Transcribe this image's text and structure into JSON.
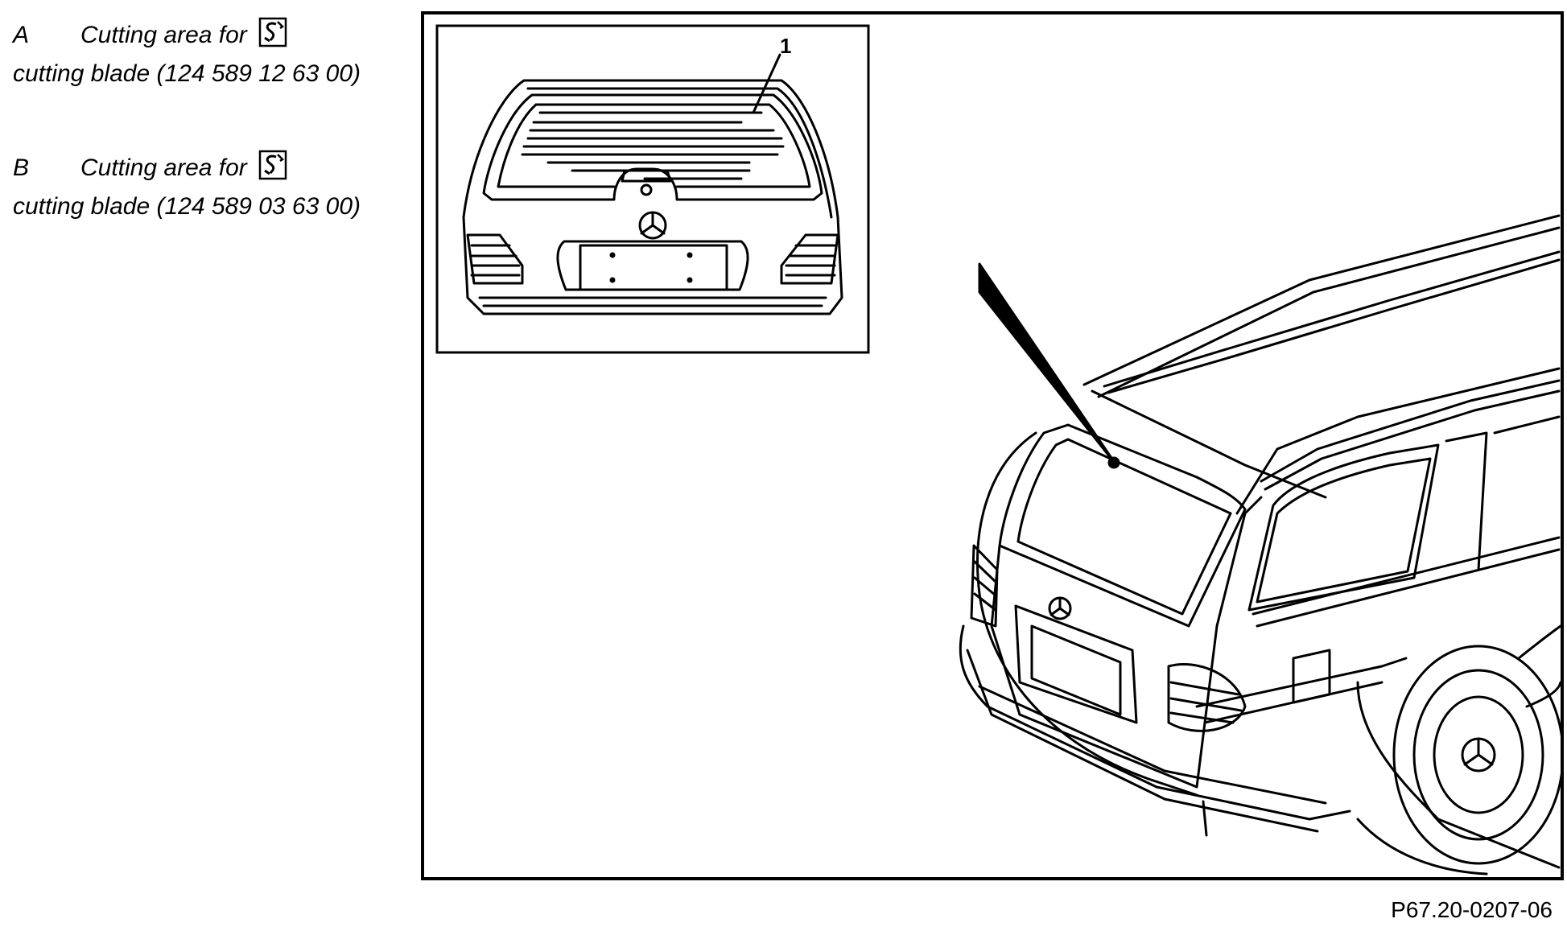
{
  "legend": [
    {
      "letter": "A",
      "text": "Cutting area for",
      "blade": "cutting blade (124 589 12 63 00)"
    },
    {
      "letter": "B",
      "text": "Cutting area for",
      "blade": "cutting blade (124 589 03 63 00)"
    }
  ],
  "callout": "1",
  "figure_code": "P67.20-0207-06",
  "icons": {
    "tool": "special-tool-icon"
  }
}
